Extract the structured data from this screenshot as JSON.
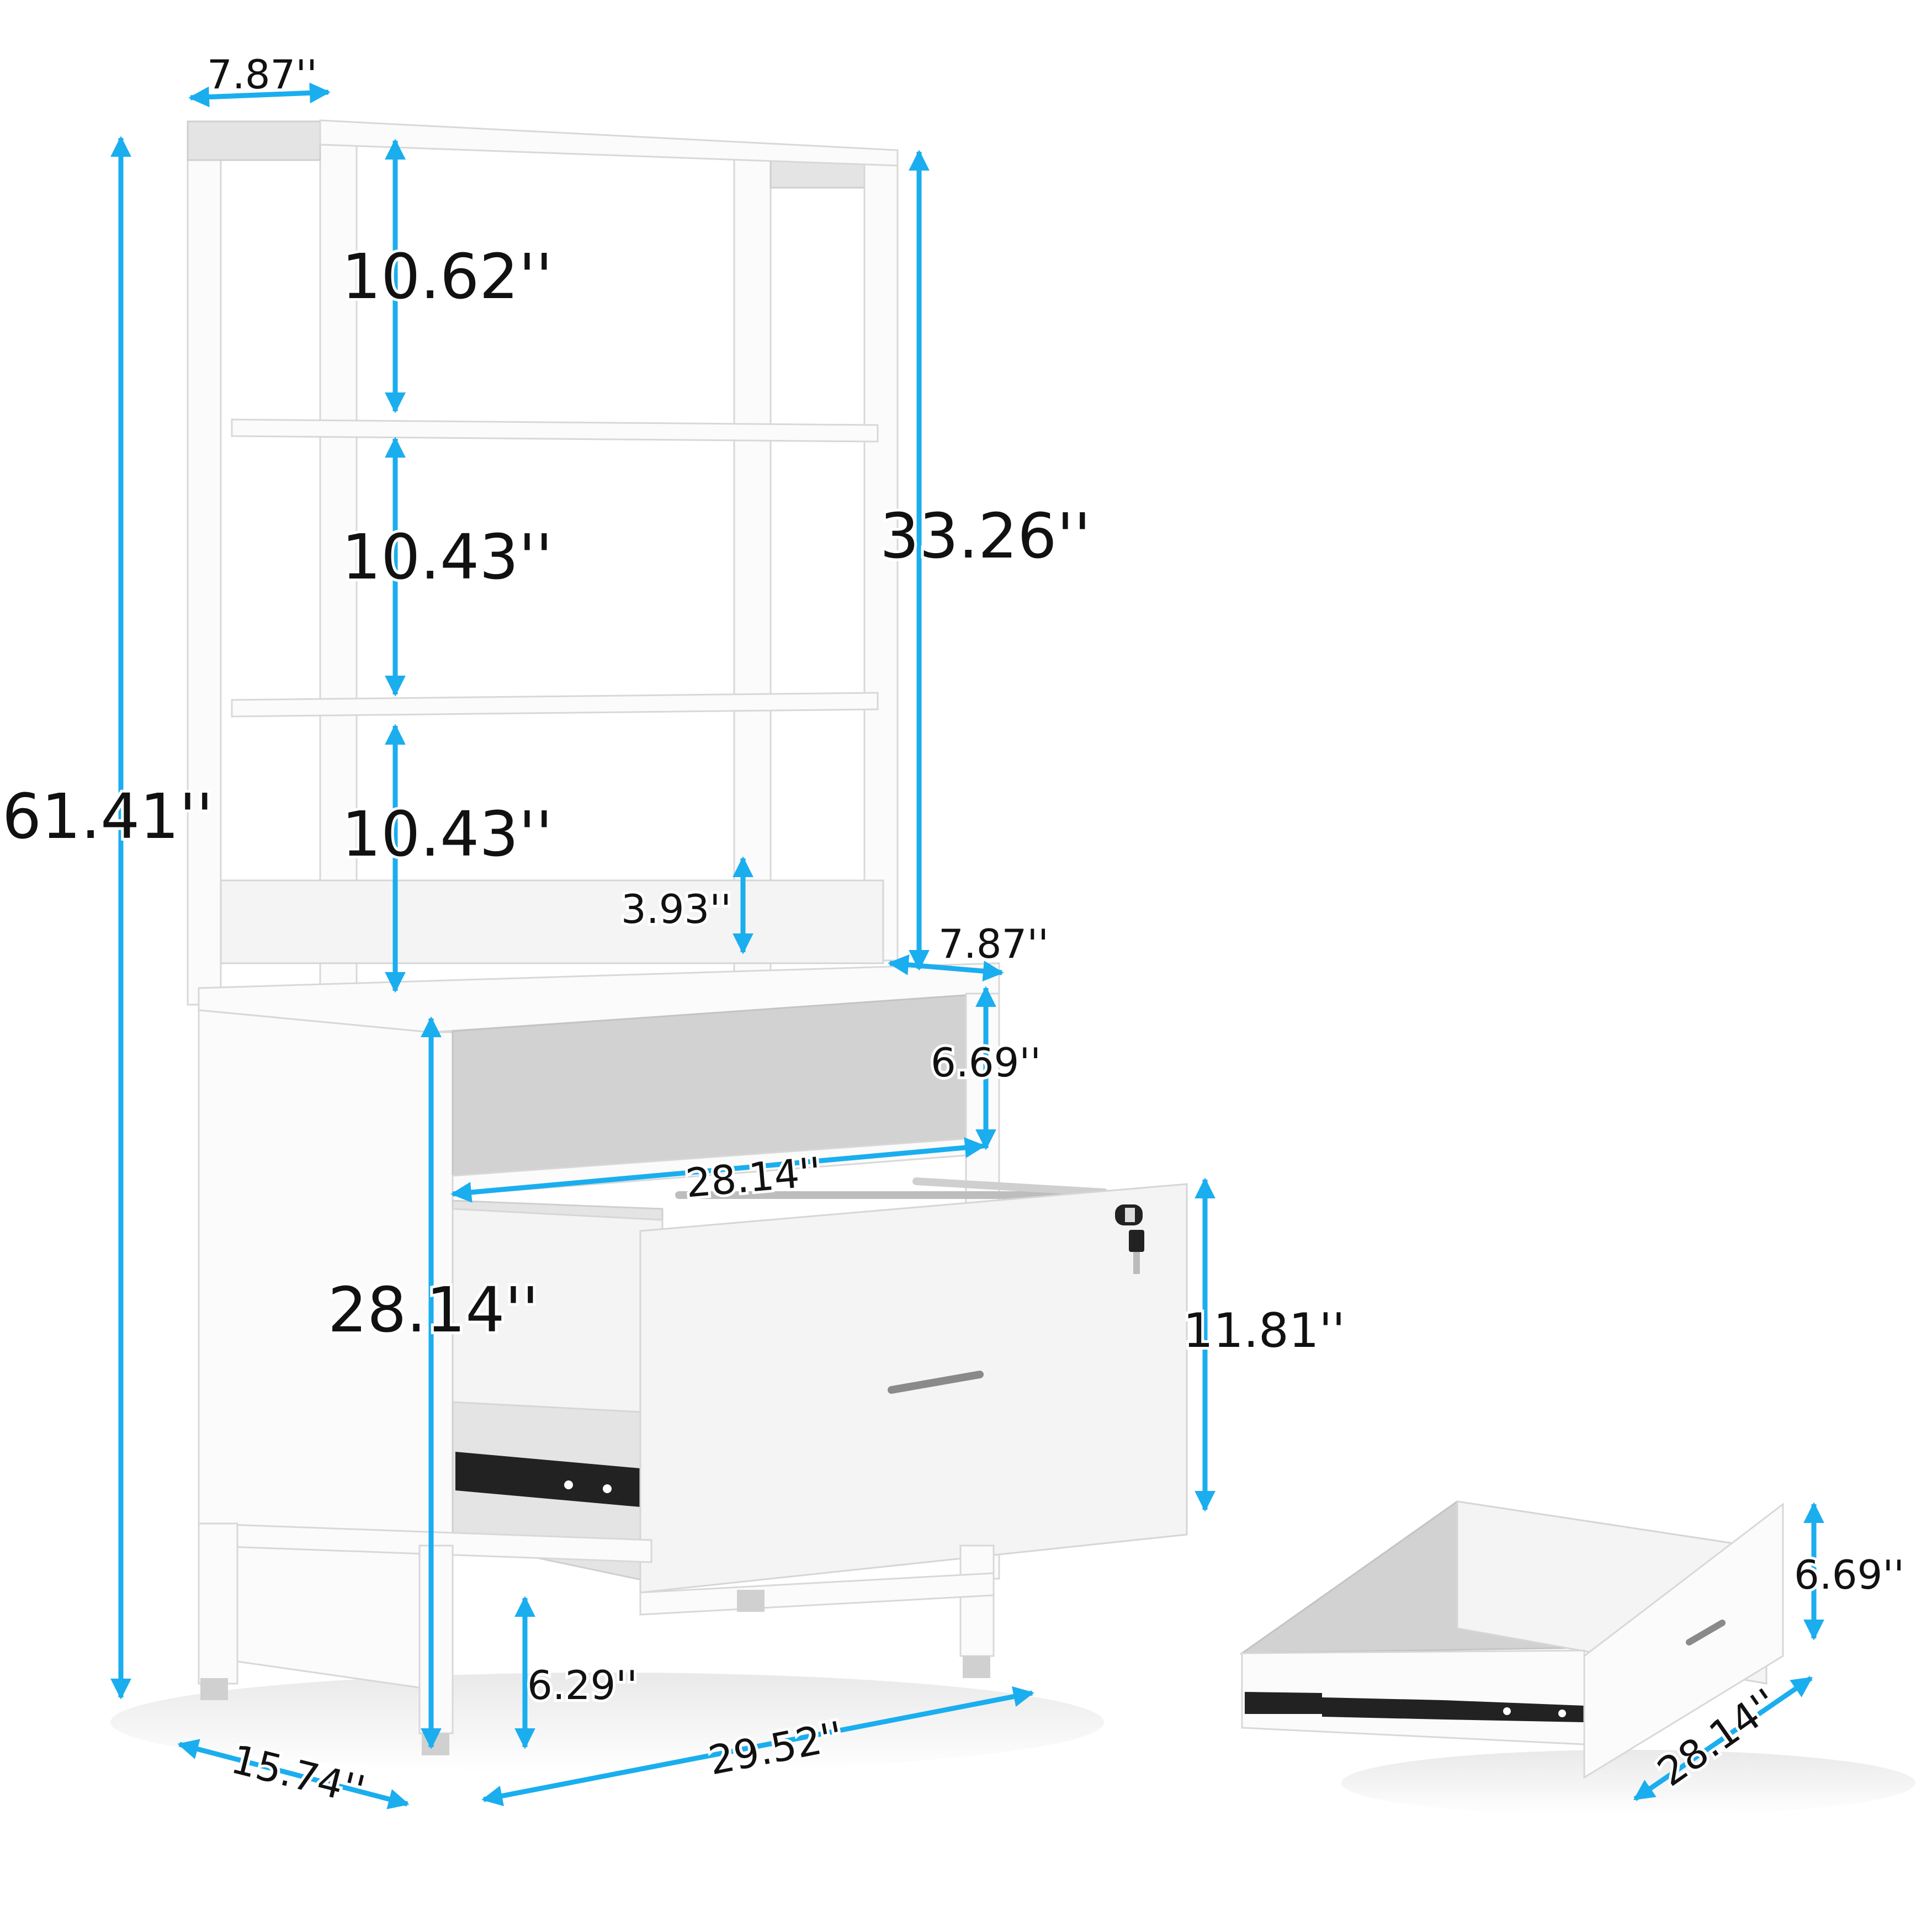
{
  "figure": {
    "subject": "White bookcase with lateral file cabinet and drawer — dimensions",
    "unit_symbol": "''",
    "arrow_color": "#1AAEEF",
    "text_color": "#111111",
    "background": "#FFFFFF"
  },
  "dimensions": {
    "top_depth": "7.87''",
    "total_height": "61.41''",
    "shelf1_height": "10.62''",
    "shelf2_height": "10.43''",
    "shelf3_height": "10.43''",
    "hutch_height": "33.26''",
    "back_rail_height": "3.93''",
    "hutch_depth": "7.87''",
    "open_cubby_height": "6.69''",
    "drawer_slide_depth": "28.14''",
    "cabinet_height": "28.14''",
    "drawer_front_height": "11.81''",
    "floor_clearance": "6.29''",
    "overall_depth": "15.74''",
    "overall_width": "29.52''",
    "detached_drawer_height": "6.69''",
    "detached_drawer_depth": "28.14''"
  },
  "callouts": {
    "lock": "lock-with-key",
    "handle": "bar-handle",
    "slide": "ball-bearing-slide-rail"
  }
}
